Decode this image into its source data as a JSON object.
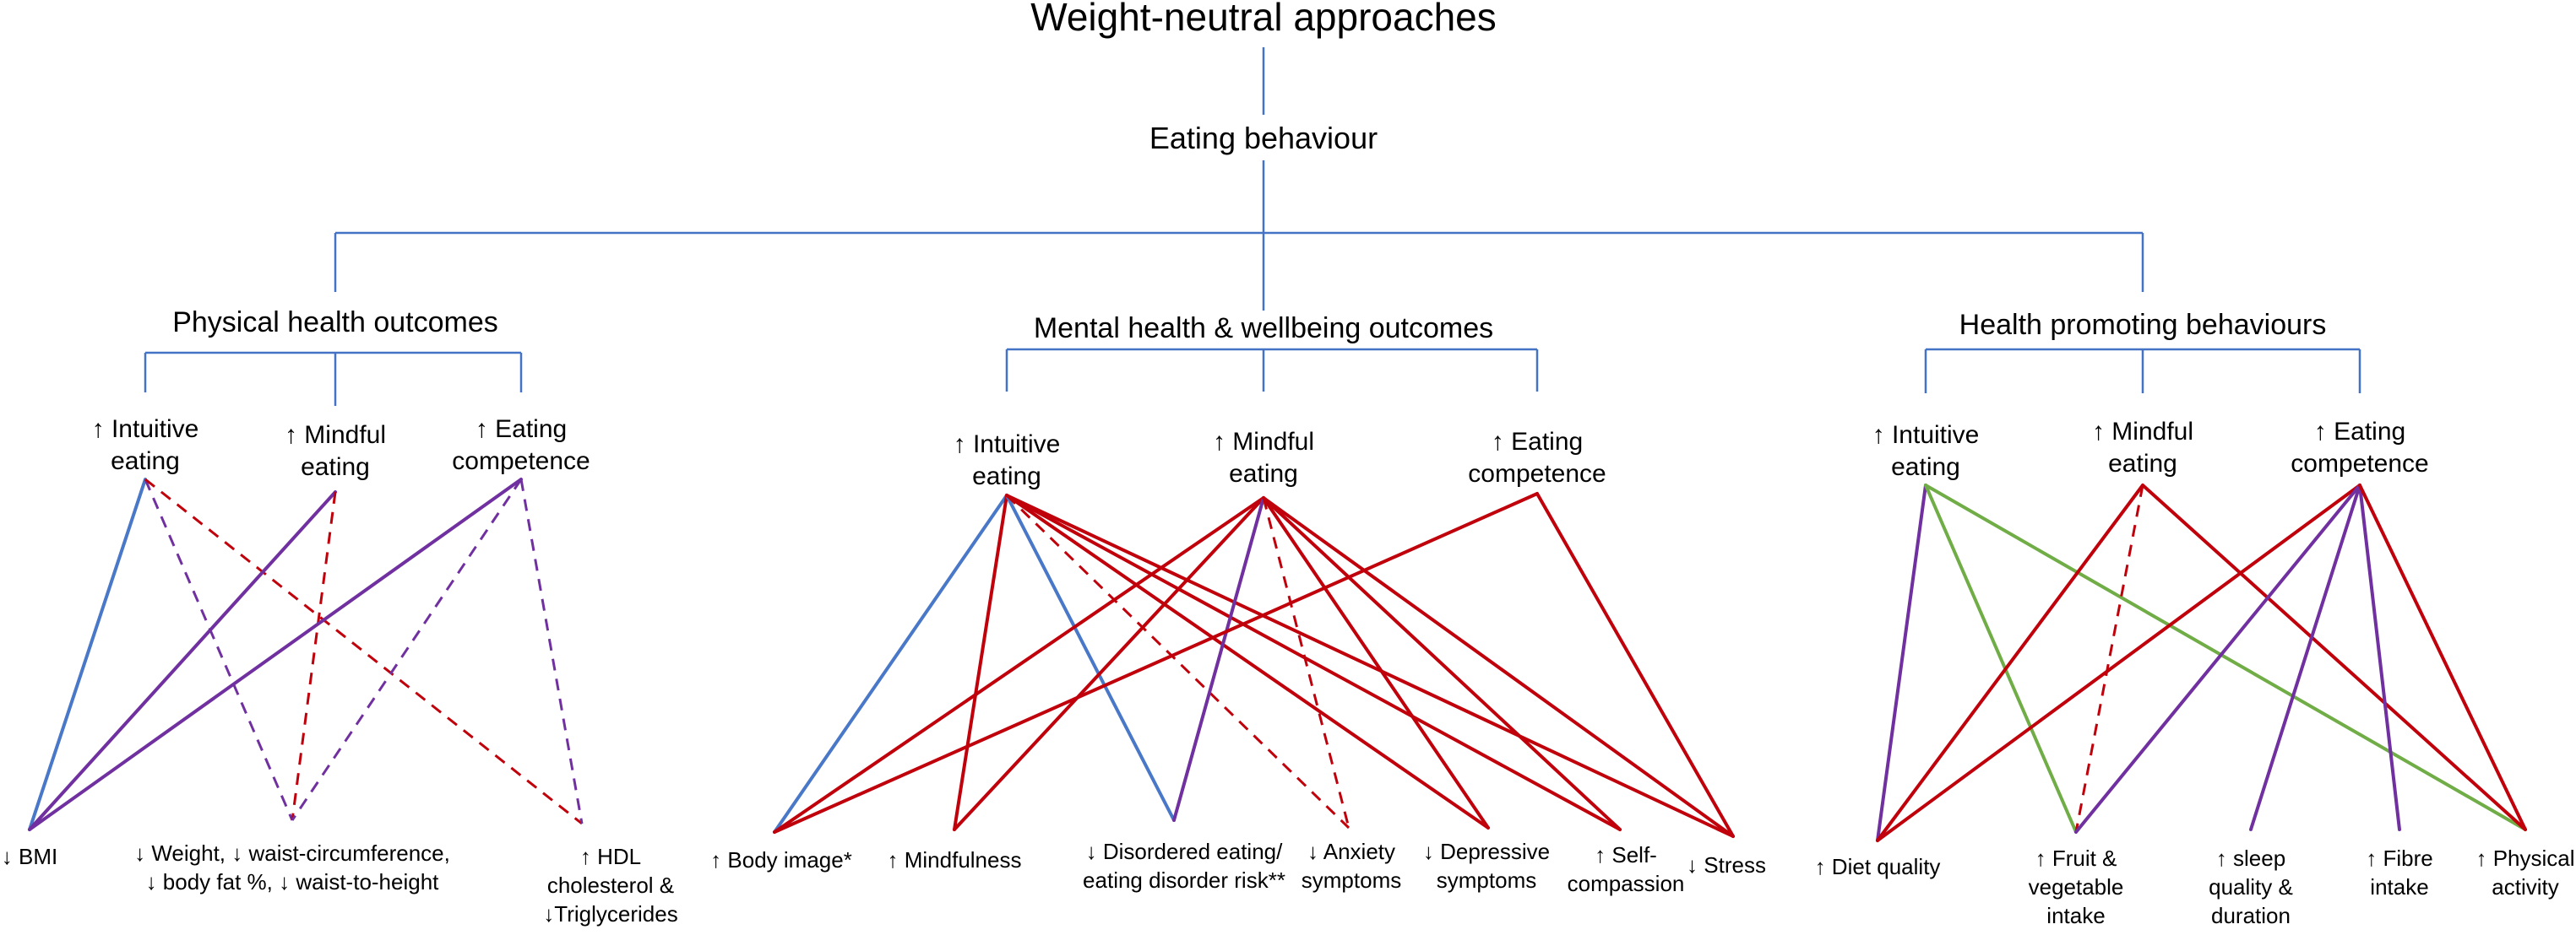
{
  "title": "Weight-neutral approaches",
  "subtitle": "Eating behaviour",
  "colors": {
    "tree": "#4472c4",
    "blue": "#4a78c8",
    "red": "#c0000a",
    "purple": "#7030a0",
    "green": "#70ad47"
  },
  "sections": [
    {
      "title": "Physical health outcomes",
      "predictors": [
        {
          "lines": [
            "↑ Intuitive",
            "eating"
          ]
        },
        {
          "lines": [
            "↑ Mindful",
            "eating"
          ]
        },
        {
          "lines": [
            "↑ Eating",
            "competence"
          ]
        }
      ],
      "outcomes": [
        {
          "lines": [
            "↓ BMI"
          ]
        },
        {
          "lines": [
            "↓ Weight, ↓ waist-circumference,",
            "↓ body fat %, ↓ waist-to-height"
          ]
        },
        {
          "lines": [
            "↑ HDL",
            "cholesterol &",
            "↓Triglycerides"
          ]
        }
      ],
      "links": [
        {
          "from": 0,
          "to": 0,
          "color": "blue",
          "style": "solid"
        },
        {
          "from": 0,
          "to": 1,
          "color": "purple",
          "style": "dashed"
        },
        {
          "from": 0,
          "to": 2,
          "color": "red",
          "style": "dashed"
        },
        {
          "from": 1,
          "to": 0,
          "color": "purple",
          "style": "solid"
        },
        {
          "from": 1,
          "to": 1,
          "color": "red",
          "style": "dashed"
        },
        {
          "from": 2,
          "to": 0,
          "color": "purple",
          "style": "solid"
        },
        {
          "from": 2,
          "to": 1,
          "color": "purple",
          "style": "dashed"
        },
        {
          "from": 2,
          "to": 2,
          "color": "purple",
          "style": "dashed"
        }
      ]
    },
    {
      "title": "Mental health & wellbeing outcomes",
      "predictors": [
        {
          "lines": [
            "↑ Intuitive",
            "eating"
          ]
        },
        {
          "lines": [
            "↑ Mindful",
            "eating"
          ]
        },
        {
          "lines": [
            "↑ Eating",
            "competence"
          ]
        }
      ],
      "outcomes": [
        {
          "lines": [
            "↑ Body image*"
          ]
        },
        {
          "lines": [
            "↑ Mindfulness"
          ]
        },
        {
          "lines": [
            "↓ Disordered eating/",
            "eating disorder risk**"
          ]
        },
        {
          "lines": [
            "↓ Anxiety",
            "symptoms"
          ]
        },
        {
          "lines": [
            "↓ Depressive",
            "symptoms"
          ]
        },
        {
          "lines": [
            "↑ Self-",
            "compassion"
          ]
        },
        {
          "lines": [
            "↓ Stress"
          ]
        }
      ],
      "links": [
        {
          "from": 0,
          "to": 0,
          "color": "blue",
          "style": "solid"
        },
        {
          "from": 0,
          "to": 1,
          "color": "red",
          "style": "solid"
        },
        {
          "from": 0,
          "to": 2,
          "color": "blue",
          "style": "solid"
        },
        {
          "from": 0,
          "to": 3,
          "color": "red",
          "style": "dashed"
        },
        {
          "from": 0,
          "to": 4,
          "color": "red",
          "style": "solid"
        },
        {
          "from": 0,
          "to": 5,
          "color": "red",
          "style": "solid"
        },
        {
          "from": 0,
          "to": 6,
          "color": "red",
          "style": "solid"
        },
        {
          "from": 1,
          "to": 0,
          "color": "red",
          "style": "solid"
        },
        {
          "from": 1,
          "to": 1,
          "color": "red",
          "style": "solid"
        },
        {
          "from": 1,
          "to": 2,
          "color": "purple",
          "style": "solid"
        },
        {
          "from": 1,
          "to": 3,
          "color": "red",
          "style": "dashed"
        },
        {
          "from": 1,
          "to": 4,
          "color": "red",
          "style": "solid"
        },
        {
          "from": 1,
          "to": 5,
          "color": "red",
          "style": "solid"
        },
        {
          "from": 1,
          "to": 6,
          "color": "red",
          "style": "solid"
        },
        {
          "from": 2,
          "to": 0,
          "color": "red",
          "style": "solid"
        },
        {
          "from": 2,
          "to": 6,
          "color": "red",
          "style": "solid"
        }
      ]
    },
    {
      "title": "Health promoting behaviours",
      "predictors": [
        {
          "lines": [
            "↑ Intuitive",
            "eating"
          ]
        },
        {
          "lines": [
            "↑ Mindful",
            "eating"
          ]
        },
        {
          "lines": [
            "↑ Eating",
            "competence"
          ]
        }
      ],
      "outcomes": [
        {
          "lines": [
            "↑ Diet quality"
          ]
        },
        {
          "lines": [
            "↑ Fruit &",
            "vegetable",
            "intake"
          ]
        },
        {
          "lines": [
            "↑ sleep",
            "quality &",
            "duration"
          ]
        },
        {
          "lines": [
            "↑ Fibre",
            "intake"
          ]
        },
        {
          "lines": [
            "↑ Physical",
            "activity"
          ]
        }
      ],
      "links": [
        {
          "from": 0,
          "to": 0,
          "color": "purple",
          "style": "solid"
        },
        {
          "from": 0,
          "to": 1,
          "color": "green",
          "style": "solid"
        },
        {
          "from": 0,
          "to": 4,
          "color": "green",
          "style": "solid"
        },
        {
          "from": 1,
          "to": 0,
          "color": "red",
          "style": "solid"
        },
        {
          "from": 1,
          "to": 1,
          "color": "red",
          "style": "dashed"
        },
        {
          "from": 1,
          "to": 4,
          "color": "red",
          "style": "solid"
        },
        {
          "from": 2,
          "to": 0,
          "color": "red",
          "style": "solid"
        },
        {
          "from": 2,
          "to": 1,
          "color": "purple",
          "style": "solid"
        },
        {
          "from": 2,
          "to": 2,
          "color": "purple",
          "style": "solid"
        },
        {
          "from": 2,
          "to": 3,
          "color": "purple",
          "style": "solid"
        },
        {
          "from": 2,
          "to": 4,
          "color": "red",
          "style": "solid"
        }
      ]
    }
  ]
}
